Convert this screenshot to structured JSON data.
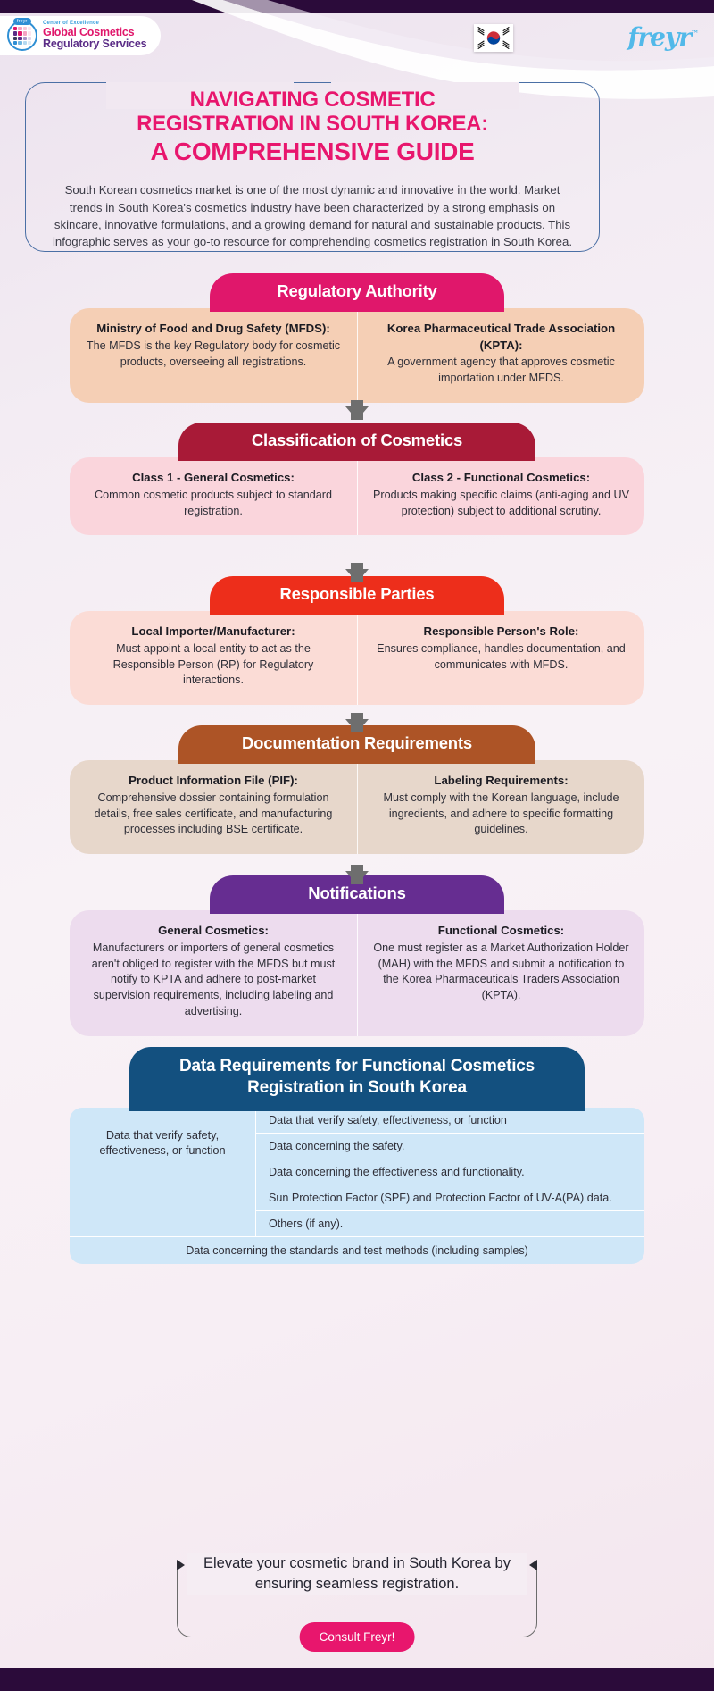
{
  "header": {
    "coe_sup": "Center of Excellence",
    "coe_line1": "Global Cosmetics",
    "coe_line2": "Regulatory Services",
    "coe_badge": "freyr",
    "flag_name": "south-korea-flag",
    "brand": "freyr",
    "brand_tm": "™"
  },
  "intro": {
    "title_line1": "NAVIGATING COSMETIC",
    "title_line2": "REGISTRATION IN SOUTH KOREA:",
    "title_line3": "A COMPREHENSIVE GUIDE",
    "body": "South Korean cosmetics market is one of the most dynamic and innovative in the world. Market trends in South Korea's cosmetics industry have been characterized by a strong emphasis on skincare, innovative formulations, and a growing demand for natural and sustainable products. This infographic serves as your go-to resource for comprehending cosmetics registration in South Korea."
  },
  "sections": [
    {
      "title": "Regulatory Authority",
      "head_color": "#e0176b",
      "body_color": "#f5cfb5",
      "cells": [
        {
          "heading": "Ministry of Food and Drug Safety (MFDS):",
          "text": "The MFDS is the key Regulatory body for cosmetic products, overseeing all registrations."
        },
        {
          "heading": "Korea Pharmaceutical Trade Association (KPTA):",
          "text": "A government agency that approves cosmetic importation under MFDS."
        }
      ]
    },
    {
      "title": "Classification of Cosmetics",
      "head_color": "#a81a37",
      "body_color": "#fad5dc",
      "cells": [
        {
          "heading": "Class 1 - General Cosmetics:",
          "text": "Common cosmetic products subject to standard registration."
        },
        {
          "heading": "Class 2 - Functional Cosmetics:",
          "text": "Products making specific claims (anti-aging and UV protection) subject to additional scrutiny."
        }
      ]
    },
    {
      "title": "Responsible Parties",
      "head_color": "#ed2e1b",
      "body_color": "#fbdcd6",
      "cells": [
        {
          "heading": "Local Importer/Manufacturer:",
          "text": "Must appoint a local entity to act as the Responsible Person (RP) for Regulatory interactions."
        },
        {
          "heading": "Responsible Person's Role:",
          "text": "Ensures compliance, handles documentation, and communicates with MFDS."
        }
      ]
    },
    {
      "title": "Documentation Requirements",
      "head_color": "#ad5426",
      "body_color": "#e7d7cb",
      "cells": [
        {
          "heading": "Product Information File (PIF):",
          "text": "Comprehensive dossier containing formulation details, free sales certificate,  and manufacturing processes including BSE certificate."
        },
        {
          "heading": "Labeling Requirements:",
          "text": "Must comply with the Korean language, include ingredients, and adhere to specific formatting guidelines."
        }
      ]
    },
    {
      "title": "Notifications",
      "head_color": "#662d91",
      "body_color": "#eddcee",
      "cells": [
        {
          "heading": "General Cosmetics:",
          "text": "Manufacturers or importers of general cosmetics aren't obliged to register with the MFDS but must notify to KPTA and adhere to post-market supervision requirements, including labeling and advertising."
        },
        {
          "heading": "Functional Cosmetics:",
          "text": "One must register as a Market Authorization Holder (MAH) with the MFDS and submit a notification to the Korea Pharmaceuticals Traders Association (KPTA)."
        }
      ]
    }
  ],
  "table": {
    "title_line1": "Data Requirements for Functional Cosmetics",
    "title_line2": "Registration in South Korea",
    "left_label": "Data that verify safety, effectiveness, or function",
    "rows": [
      "Data that verify safety, effectiveness, or function",
      "Data concerning the safety.",
      "Data concerning the effectiveness and functionality.",
      "Sun Protection Factor (SPF) and Protection Factor of UV-A(PA) data.",
      "Others (if any)."
    ],
    "footer": "Data concerning the standards and test methods (including samples)"
  },
  "cta": {
    "text": "Elevate your cosmetic brand in South Korea by ensuring seamless registration.",
    "button": "Consult Freyr!"
  },
  "colors": {
    "brand_pink": "#e8166d",
    "brand_blue": "#13507f",
    "dark_bar": "#2b0b3a"
  }
}
